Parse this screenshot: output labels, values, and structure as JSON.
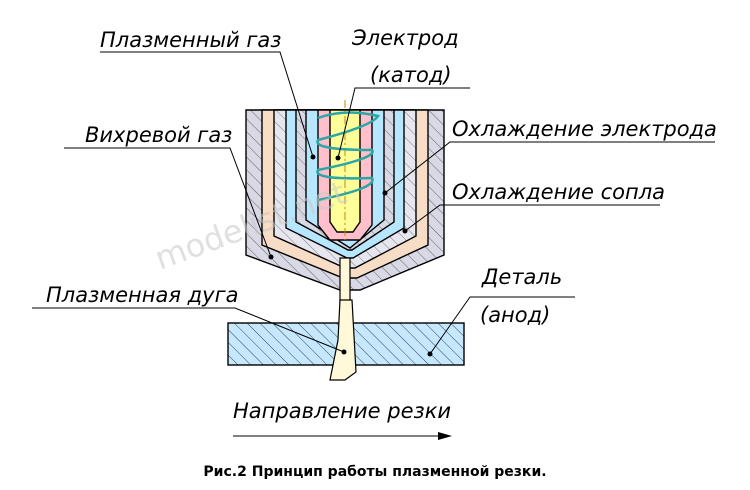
{
  "labels": {
    "plasma_gas": "Плазменный газ",
    "electrode_line1": "Электрод",
    "electrode_line2": "(катод)",
    "vortex_gas": "Вихревой газ",
    "electrode_cooling": "Охлаждение электрода",
    "nozzle_cooling": "Охлаждение сопла",
    "workpiece_line1": "Деталь",
    "workpiece_line2": "(анод)",
    "plasma_arc": "Плазменная дуга",
    "cutting_direction": "Направление резки"
  },
  "caption": "Рис.2 Принцип работы плазменной резки.",
  "watermark": "modelist.net",
  "colors": {
    "outer_body": "#d9d9e6",
    "cooling_layer": "#f7dcc6",
    "gas_layer": "#b7e6ff",
    "electrode_body": "#b7e6ff",
    "electrode_core": "#ffc0cb",
    "electrode_tip": "#ffff99",
    "coil": "#2aa6a6",
    "arc": "#fff9d9",
    "workpiece": "#c5e8ff",
    "hatch": "#000000"
  }
}
